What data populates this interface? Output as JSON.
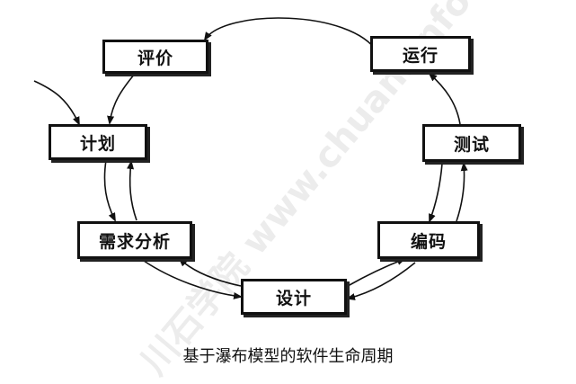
{
  "diagram": {
    "nodes": [
      {
        "id": "evaluation",
        "label": "评价"
      },
      {
        "id": "operation",
        "label": "运行"
      },
      {
        "id": "planning",
        "label": "计划"
      },
      {
        "id": "testing",
        "label": "测试"
      },
      {
        "id": "requirements",
        "label": "需求分析"
      },
      {
        "id": "coding",
        "label": "编码"
      },
      {
        "id": "design",
        "label": "设计"
      }
    ],
    "caption": "基于瀑布模型的软件生命周期",
    "watermark": "川石学院 www.chuansinfo.com",
    "colors": {
      "line": "#111111",
      "box_border": "#111111",
      "background": "#ffffff",
      "watermark": "#c8c8c8"
    }
  }
}
